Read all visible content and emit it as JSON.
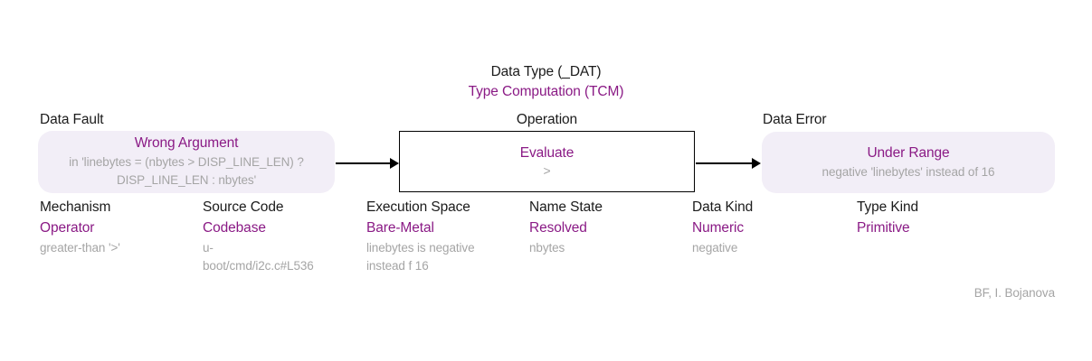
{
  "title": {
    "line1": "Data Type (_DAT)",
    "line2": "Type Computation (TCM)"
  },
  "flow": {
    "fault": {
      "label": "Data Fault",
      "name": "Wrong Argument",
      "detail": "in 'linebytes = (nbytes > DISP_LINE_LEN) ? DISP_LINE_LEN : nbytes'"
    },
    "operation": {
      "label": "Operation",
      "name": "Evaluate",
      "detail": ">"
    },
    "error": {
      "label": "Data Error",
      "name": "Under Range",
      "detail": "negative 'linebytes' instead of 16"
    }
  },
  "attributes": [
    {
      "header": "Mechanism",
      "value": "Operator",
      "note": "greater-than '>'"
    },
    {
      "header": "Source Code",
      "value": "Codebase",
      "note": "u-boot/cmd/i2c.c#L536"
    },
    {
      "header": "Execution Space",
      "value": "Bare-Metal",
      "note": "linebytes is negative instead f 16"
    },
    {
      "header": "Name State",
      "value": "Resolved",
      "note": "nbytes"
    },
    {
      "header": "Data Kind",
      "value": "Numeric",
      "note": "negative"
    },
    {
      "header": "Type Kind",
      "value": "Primitive",
      "note": ""
    }
  ],
  "attribution": "BF, I. Bojanova",
  "colors": {
    "accent_purple": "#8A1A85",
    "muted_gray": "#A5A5A5",
    "soft_box_background": "#F2EEF7",
    "text_black": "#1B1B1B"
  }
}
